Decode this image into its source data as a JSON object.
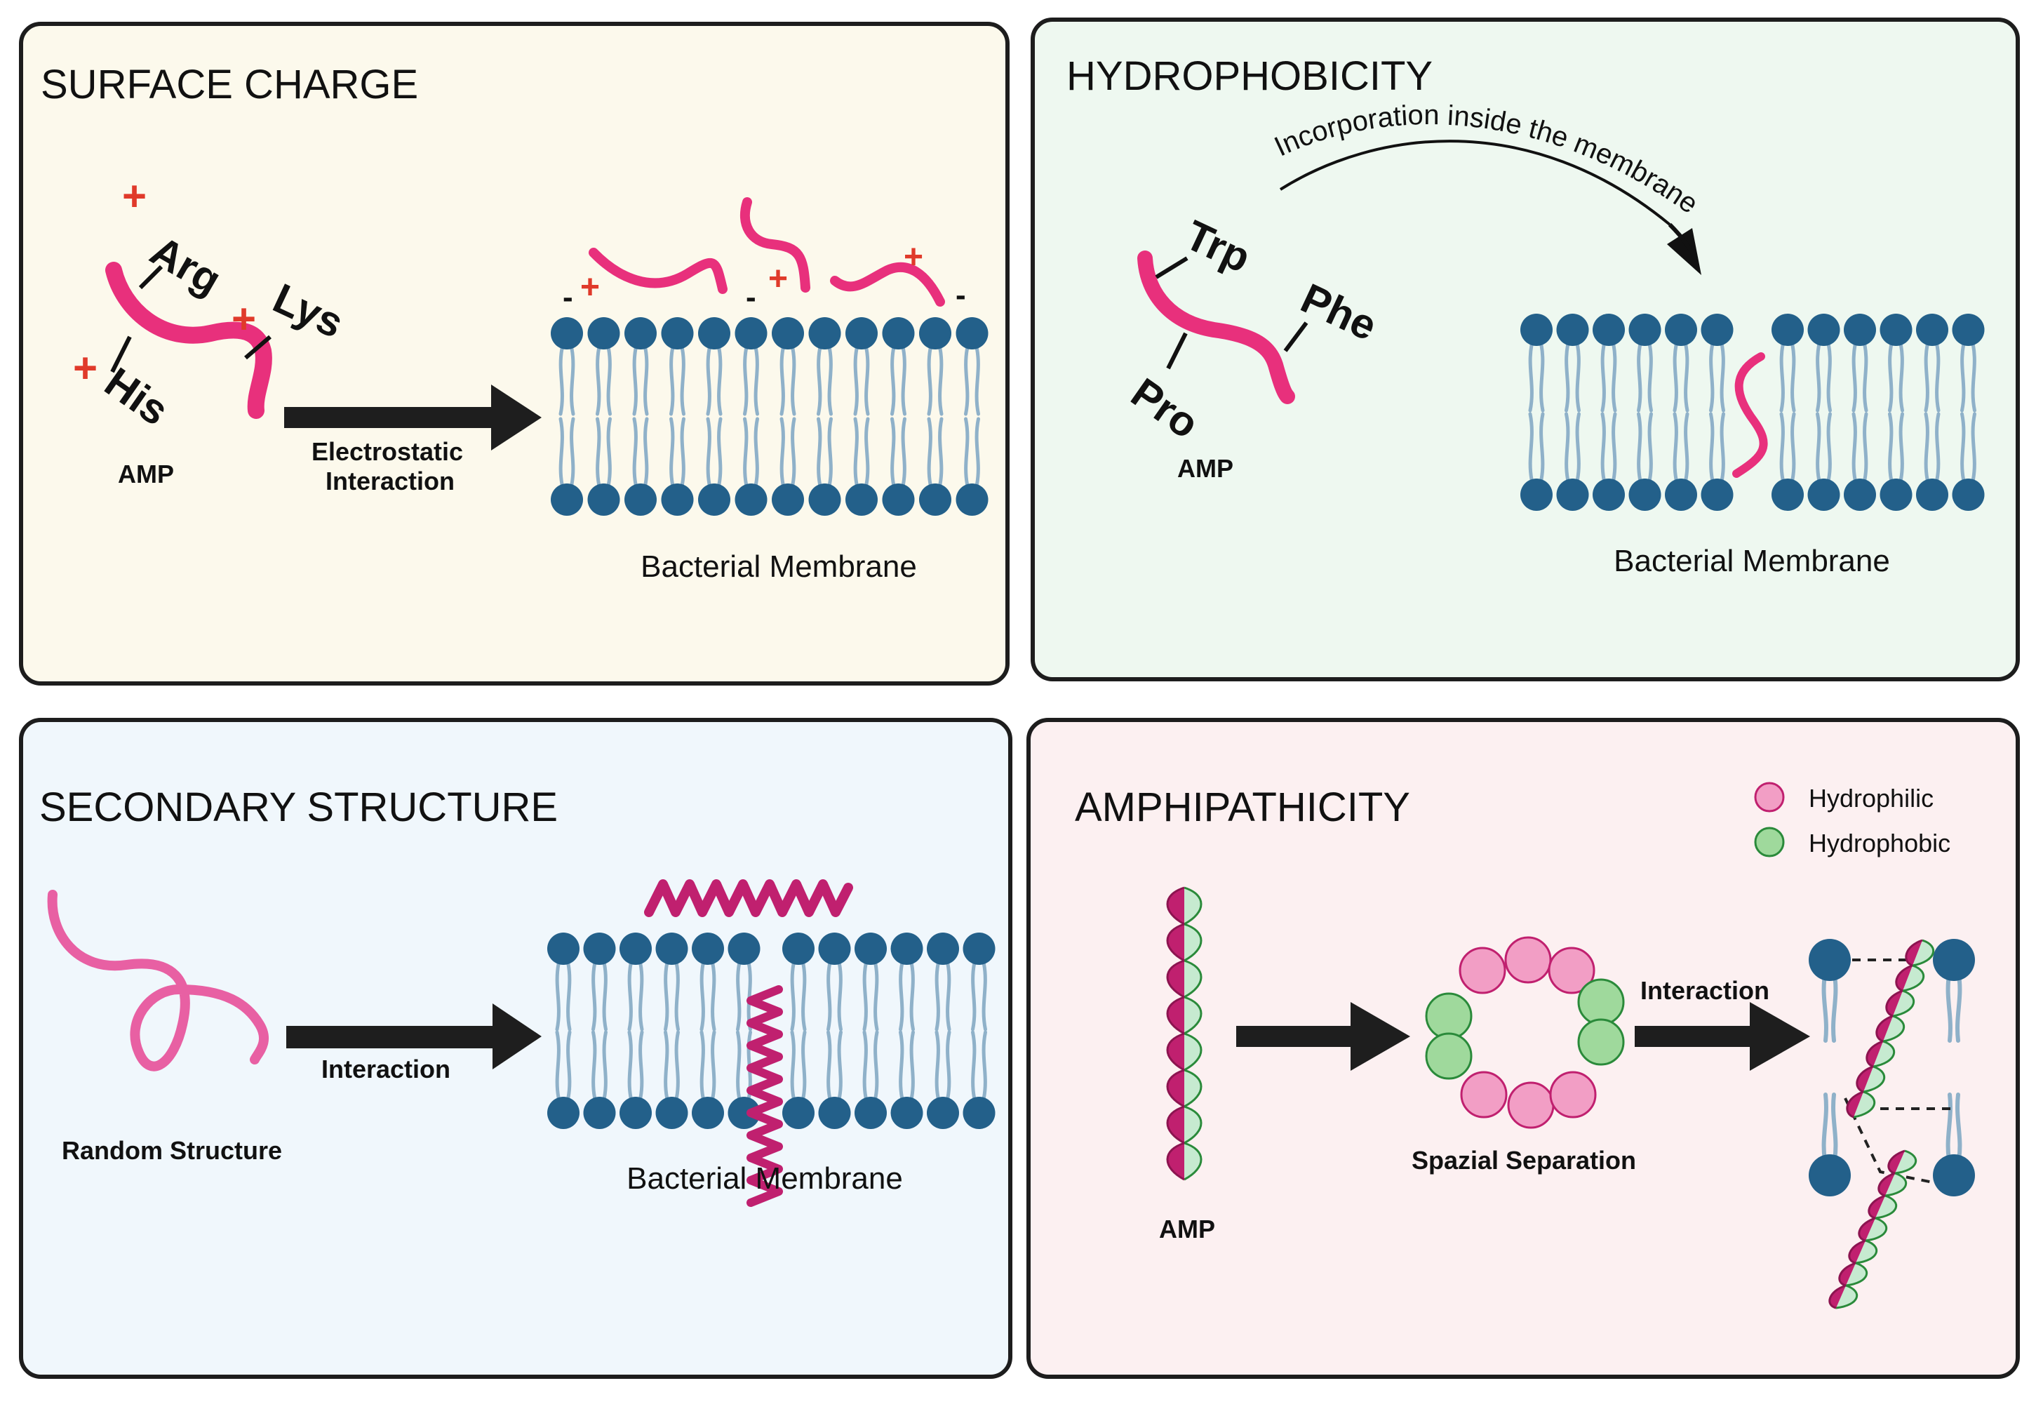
{
  "colors": {
    "panel1_bg": "#fcf9ec",
    "panel2_bg": "#eef8f0",
    "panel3_bg": "#f0f7fc",
    "panel4_bg": "#fcf0f1",
    "peptide_pink": "#e8307c",
    "helix_magenta": "#c0206f",
    "hydrophilic": "#f29ec5",
    "hydrophobic": "#9fd99c",
    "lipid_head": "#23608a",
    "lipid_tail": "#8fb1c9",
    "charge_plus": "#e03a2a",
    "arrow": "#1e1e1e"
  },
  "panels": {
    "surface_charge": {
      "title": "SURFACE CHARGE",
      "residues": [
        "Arg",
        "Lys",
        "His"
      ],
      "plus": "+",
      "minus": "-",
      "amp_label": "AMP",
      "arrow_label_line1": "Electrostatic",
      "arrow_label_line2": "Interaction",
      "membrane_label": "Bacterial Membrane"
    },
    "hydrophobicity": {
      "title": "HYDROPHOBICITY",
      "residues": [
        "Trp",
        "Phe",
        "Pro"
      ],
      "amp_label": "AMP",
      "curve_label": "Incorporation inside the membrane",
      "membrane_label": "Bacterial Membrane"
    },
    "secondary_structure": {
      "title": "SECONDARY STRUCTURE",
      "random_label": "Random Structure",
      "arrow_label": "Interaction",
      "membrane_label": "Bacterial Membrane"
    },
    "amphipathicity": {
      "title": "AMPHIPATHICITY",
      "legend": [
        {
          "label": "Hydrophilic",
          "color": "#f29ec5"
        },
        {
          "label": "Hydrophobic",
          "color": "#9fd99c"
        }
      ],
      "amp_label": "AMP",
      "separation_label": "Spazial Separation",
      "arrow_label": "Interaction"
    }
  }
}
